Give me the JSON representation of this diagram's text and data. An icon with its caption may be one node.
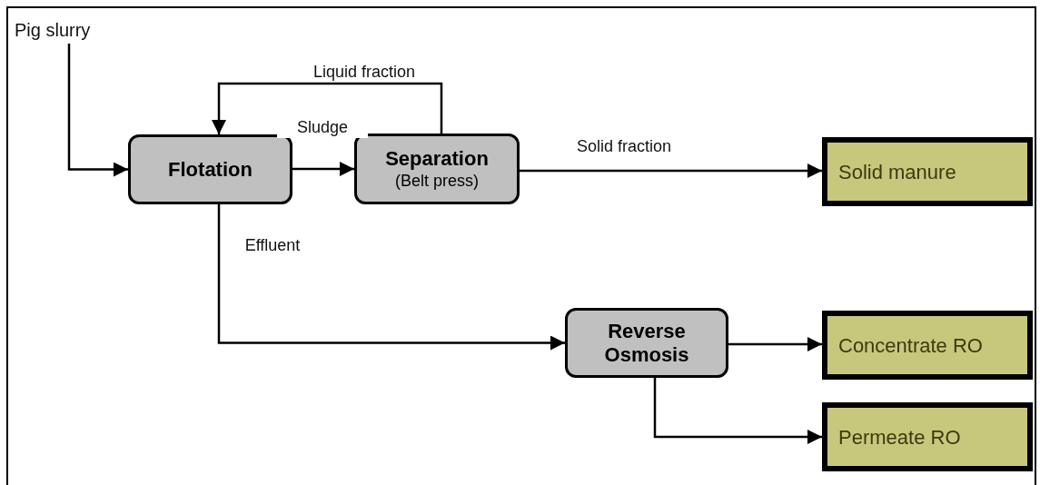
{
  "diagram": {
    "nodes": [
      {
        "text": [
          "Pig slurry"
        ]
      },
      {
        "text": [
          "Flotation"
        ]
      },
      {
        "text": [
          "Separation",
          "(Belt press)"
        ]
      },
      {
        "text": [
          "Solid manure"
        ]
      },
      {
        "text": [
          "Reverse Osmosis"
        ]
      },
      {
        "text": [
          "Concentrate RO"
        ]
      },
      {
        "text": [
          "Permeate RO"
        ]
      }
    ],
    "edges": [
      {
        "from": 0,
        "to": 1,
        "arrow": "to"
      },
      {
        "from": 1,
        "to": 2,
        "arrow": "to",
        "label": "Sludge"
      },
      {
        "from": 2,
        "to": 1,
        "arrow": "to",
        "label": "Liquid fraction"
      },
      {
        "from": 2,
        "to": 3,
        "arrow": "to",
        "label": "Solid fraction"
      },
      {
        "from": 1,
        "to": 4,
        "arrow": "to",
        "label": "Effluent"
      },
      {
        "from": 4,
        "to": 5,
        "arrow": "to"
      },
      {
        "from": 4,
        "to": 6,
        "arrow": "to"
      }
    ]
  }
}
